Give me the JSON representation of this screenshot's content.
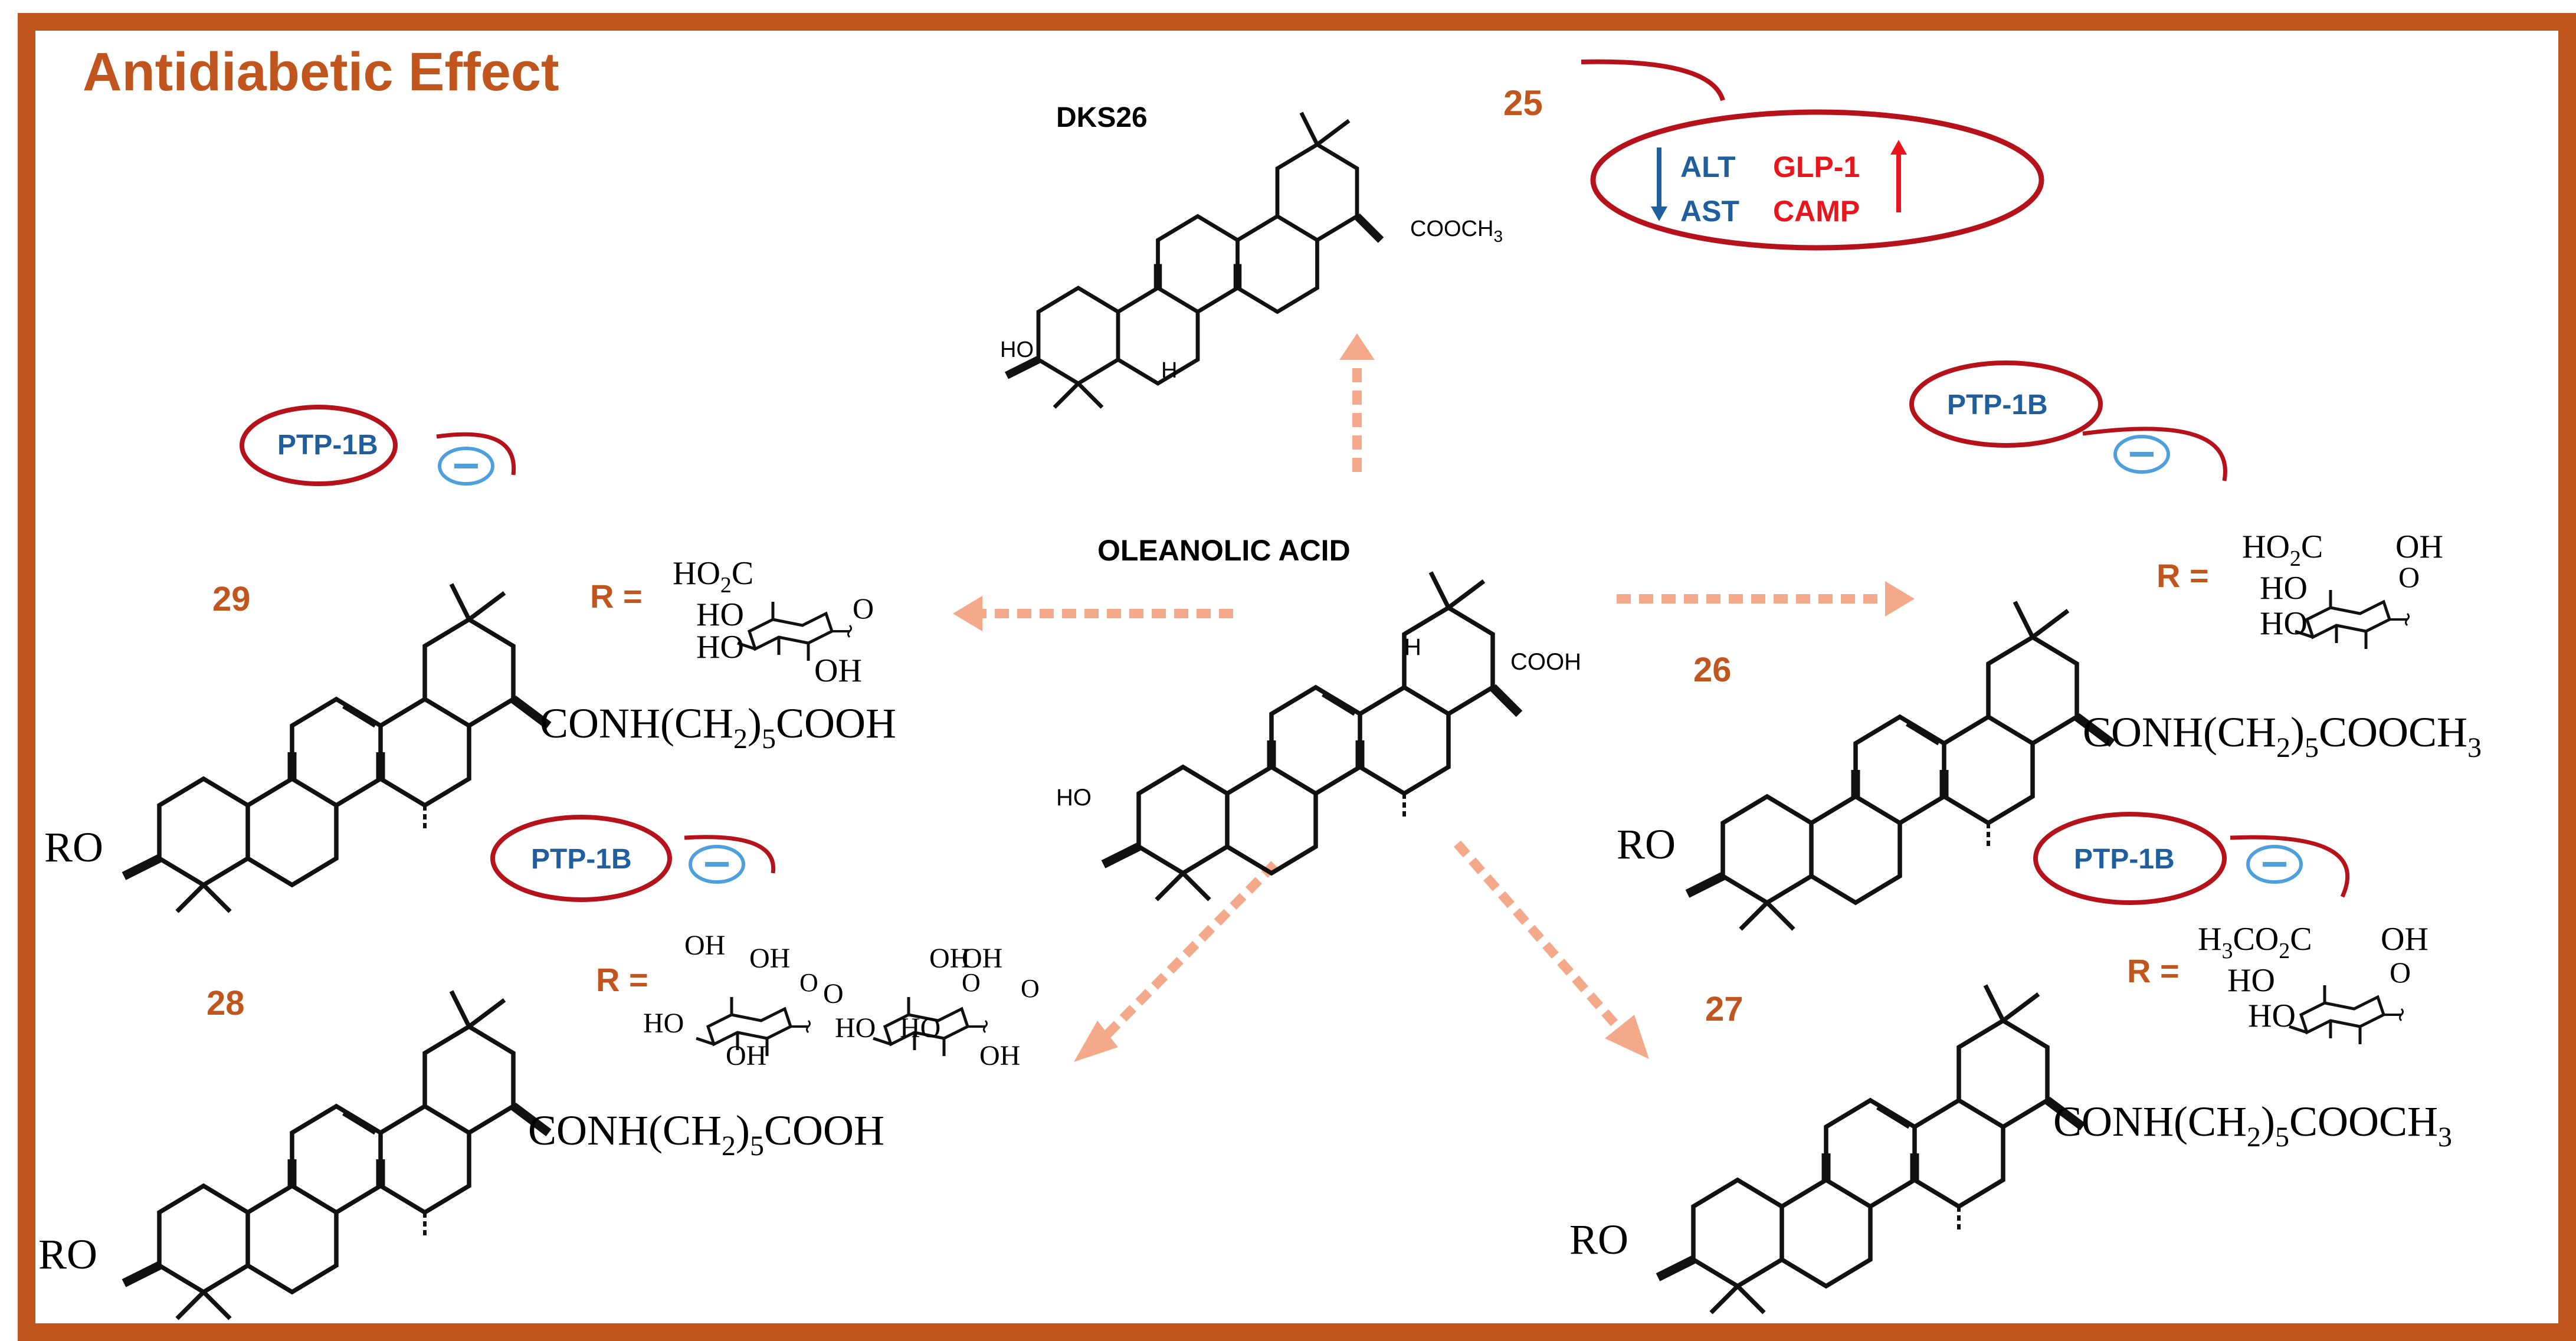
{
  "title": "Antidiabetic Effect",
  "colors": {
    "frame": "#c0561e",
    "compound_number": "#c0561e",
    "arrow": "#f4a98a",
    "ellipse": "#b5121b",
    "target_blue": "#1f5f9e",
    "up_red": "#e8151d",
    "minus_blue": "#4ea0dc"
  },
  "center": {
    "label": "OLEANOLIC ACID",
    "cooh": "COOH",
    "ho": "HO",
    "h": "H"
  },
  "compounds": {
    "c25": {
      "number": "25",
      "name": "DKS26",
      "ester": "COOCH",
      "ester_sub": "3",
      "ho": "HO",
      "h": "H",
      "down_targets": [
        "ALT",
        "AST"
      ],
      "up_targets": [
        "GLP-1",
        "CAMP"
      ]
    },
    "c26": {
      "number": "26",
      "target": "PTP-1B",
      "r_label": "R =",
      "ro": "RO",
      "chain": [
        "CONH(CH",
        "2",
        ")",
        "5",
        "COOCH",
        "3"
      ],
      "sugar": [
        "HO",
        "2",
        "C",
        "OH",
        "HO",
        "O",
        "HO"
      ]
    },
    "c27": {
      "number": "27",
      "target": "PTP-1B",
      "r_label": "R =",
      "ro": "RO",
      "chain": [
        "CONH(CH",
        "2",
        ")",
        "5",
        "COOCH",
        "3"
      ],
      "sugar": [
        "H",
        "3",
        "CO",
        "2",
        "C",
        "OH",
        "HO",
        "O",
        "HO"
      ]
    },
    "c28": {
      "number": "28",
      "target": "PTP-1B",
      "r_label": "R =",
      "ro": "RO",
      "chain": [
        "CONH(CH",
        "2",
        ")",
        "5",
        "COOH"
      ],
      "sugar": [
        "OH",
        "OH",
        "O",
        "HO",
        "O",
        "OH",
        "HO",
        "O",
        "OH",
        "HO",
        "OH",
        "O",
        "OH"
      ]
    },
    "c29": {
      "number": "29",
      "target": "PTP-1B",
      "r_label": "R =",
      "ro": "RO",
      "chain": [
        "CONH(CH",
        "2",
        ")",
        "5",
        "COOH"
      ],
      "sugar": [
        "HO",
        "2",
        "C",
        "HO",
        "O",
        "HO",
        "OH"
      ]
    }
  }
}
